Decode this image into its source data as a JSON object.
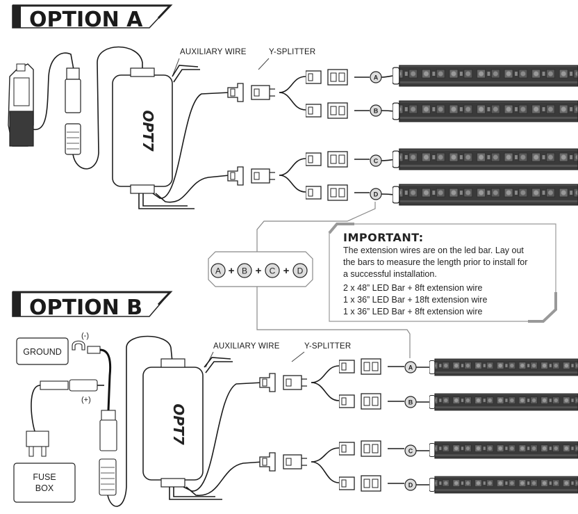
{
  "option_a": {
    "title": "OPTION A",
    "auxiliary_label": "AUXILIARY WIRE",
    "splitter_label": "Y-SPLITTER",
    "logo": "OPT7",
    "ports": [
      "A",
      "B",
      "C",
      "D"
    ]
  },
  "option_b": {
    "title": "OPTION B",
    "auxiliary_label": "AUXILIARY WIRE",
    "splitter_label": "Y-SPLITTER",
    "logo": "OPT7",
    "ground_label": "GROUND",
    "fuse_box_label_1": "FUSE",
    "fuse_box_label_2": "BOX",
    "negative_label": "(-)",
    "positive_label": "(+)",
    "ports": [
      "A",
      "B",
      "C",
      "D"
    ]
  },
  "combo": {
    "items": [
      "A",
      "B",
      "C",
      "D"
    ],
    "operator": "+"
  },
  "important": {
    "title": "IMPORTANT:",
    "lines": [
      "The extension wires are on the led bar. Lay out",
      "the bars to measure the length prior to install for",
      "a successful installation."
    ],
    "specs": [
      "2 x 48” LED Bar + 8ft extension wire",
      "1 x 36” LED Bar + 18ft extension wire",
      "1 x 36” LED Bar + 8ft extension wire"
    ]
  }
}
